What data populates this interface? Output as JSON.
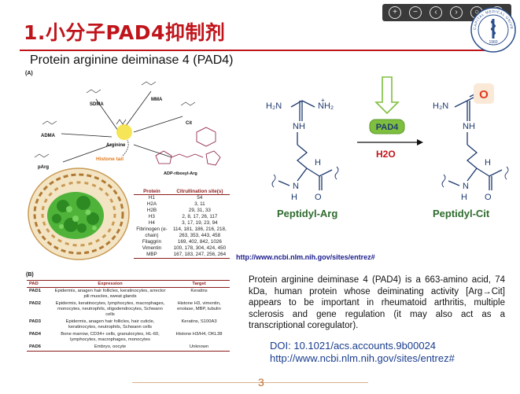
{
  "slide": {
    "title": "1.小分子PAD4抑制剂",
    "subtitle": "Protein arginine deiminase 4 (PAD4)",
    "page_number": "3"
  },
  "viewer_toolbar": {
    "buttons": [
      "zoom-in-icon",
      "zoom-out-icon",
      "previous-icon",
      "next-icon",
      "more-icon",
      "close-icon"
    ],
    "labels": [
      "+",
      "−",
      "‹",
      "›",
      "○",
      "×"
    ]
  },
  "logo": {
    "arc_text": "CAPITAL MEDICAL UNIVERSITY",
    "year": "1960"
  },
  "figure_a": {
    "label": "(A)",
    "molecules": {
      "sdma": "SDMA",
      "mma": "MMA",
      "cit": "Cit",
      "adma": "ADMA",
      "arginine": "Arginine",
      "parg": "pArg",
      "histone_tail": "Histone tail",
      "adp": "ADP-ribosyl-Arg"
    },
    "table_header": [
      "Protein",
      "Citrullination site(s)"
    ],
    "table_rows": [
      [
        "H1",
        "54"
      ],
      [
        "H2A",
        "3, 11"
      ],
      [
        "H2B",
        "29, 31, 33"
      ],
      [
        "H3",
        "2, 8, 17, 26, 117"
      ],
      [
        "H4",
        "3, 17, 19, 23, 94"
      ],
      [
        "Fibrinogen (α-chain)",
        "114, 181, 186, 216, 218, 263, 353, 443, 458"
      ],
      [
        "Filaggrin",
        "169, 402, 842, 1026"
      ],
      [
        "Vimentin",
        "100, 178, 304, 424, 450"
      ],
      [
        "MBP",
        "167, 183, 247, 256, 264"
      ]
    ]
  },
  "figure_b": {
    "label": "(B)",
    "header": [
      "PAD",
      "Expression",
      "Target"
    ],
    "rows": [
      [
        "PAD1",
        "Epidermis, anagen hair follicles, keratinocytes, arrector pili muscles, sweat glands",
        "Keratins"
      ],
      [
        "PAD2",
        "Epidermis, keratinocytes, lymphocytes, macrophages, monocytes, neutrophils, oligodendrocytes, Schwann cells",
        "Histone H3, vimentin, enolase, MBP, tubulin"
      ],
      [
        "PAD3",
        "Epidermis, anagen hair follicles, hair cuticle, keratinocytes, neutrophils, Schwann cells",
        "Keratins, S100A3"
      ],
      [
        "PAD4",
        "Bone marrow, CD34+ cells, granulocytes, HL-60, lymphocytes, macrophages, monocytes",
        "Histone H3/H4, OKL38"
      ],
      [
        "PAD6",
        "Embryo, oocyte",
        "Unknown"
      ]
    ]
  },
  "reaction": {
    "enzyme": "PAD4",
    "byproduct": "H2O",
    "oxygen": "O",
    "reactant_label": "Peptidyl-Arg",
    "product_label": "Peptidyl-Cit",
    "h2n": "H₂N",
    "nh2plus": "NH₂",
    "nh": "NH",
    "n": "N",
    "h": "H",
    "hn": "H",
    "o": "O"
  },
  "source_link": "http://www.ncbi.nlm.nih.gov/sites/entrez#",
  "description": "Protein arginine deiminase 4 (PAD4) is a 663-amino acid, 74 kDa, human protein whose deiminating activity [Arg→Cit] appears to be important in rheumatoid arthritis, multiple sclerosis and gene regulation (it may also act as a transcriptional coregulator).",
  "references": {
    "doi": "DOI: 10.1021/acs.accounts.9b00024",
    "url": "http://www.ncbi.nlm.nih.gov/sites/entrez#"
  },
  "colors": {
    "title": "#c0141b",
    "enzyme_box": "#7fbf3f",
    "label_green": "#2e6b2e",
    "oxygen_badge": "#e03a1e",
    "link": "#1a1a8c"
  }
}
